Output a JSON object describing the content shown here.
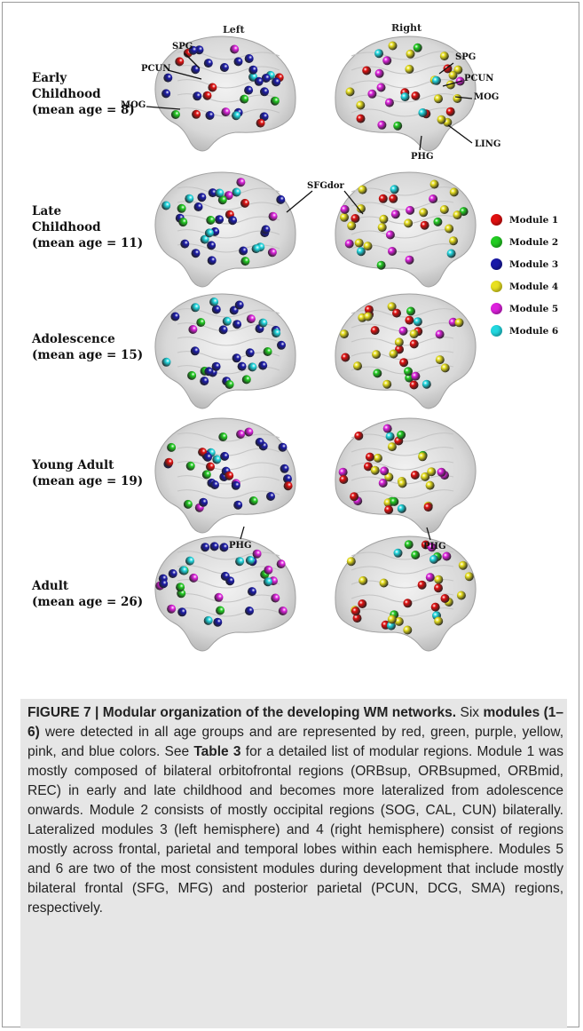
{
  "figure": {
    "hemisphere_left": "Left",
    "hemisphere_right": "Right",
    "age_groups": [
      {
        "label": "Early\nChildhood\n(mean age = 8)"
      },
      {
        "label": "Late\nChildhood\n(mean age = 11)"
      },
      {
        "label": "Adolescence\n(mean age = 15)"
      },
      {
        "label": "Young Adult\n(mean age = 19)"
      },
      {
        "label": "Adult\n(mean age = 26)"
      }
    ],
    "region_labels": {
      "spg_left": "SPG",
      "pcun_left": "PCUN",
      "mog_left": "MOG",
      "spg_right": "SPG",
      "pcun_right": "PCUN",
      "mog_right": "MOG",
      "ling_right": "LING",
      "phg_right_early": "PHG",
      "sfgdor": "SFGdor",
      "phg_left_young": "PHG",
      "phg_right_young": "PHG"
    },
    "legend": [
      {
        "label": "Module 1",
        "color": "#e01010"
      },
      {
        "label": "Module 2",
        "color": "#22cc22"
      },
      {
        "label": "Module 3",
        "color": "#1a1aa8"
      },
      {
        "label": "Module 4",
        "color": "#e8e020"
      },
      {
        "label": "Module 5",
        "color": "#dd22dd"
      },
      {
        "label": "Module 6",
        "color": "#22d8e0"
      }
    ]
  },
  "caption": {
    "figure_label": "FIGURE 7 | Modular organization of the developing WM networks.",
    "t1": " Six ",
    "b1": "modules (1–6)",
    "t2": " were detected in all age groups and are represented by red, green, purple, yellow, pink, and blue colors. See ",
    "b2": "Table 3",
    "t3": " for a detailed list of modular regions. Module 1 was mostly composed of bilateral orbitofrontal regions (ORBsup, ORBsupmed, ORBmid, REC) in early and late childhood and becomes more lateralized from adolescence onwards. Module 2 consists of mostly occipital regions (SOG, CAL, CUN) bilaterally. Lateralized modules 3 (left hemisphere) and 4 (right hemisphere) consist of regions mostly across frontal, parietal and temporal lobes within each hemisphere. Modules 5 and 6 are two of the most consistent modules during development that include mostly bilateral frontal (SFG, MFG) and posterior parietal (PCUN, DCG, SMA) regions, respectively."
  }
}
